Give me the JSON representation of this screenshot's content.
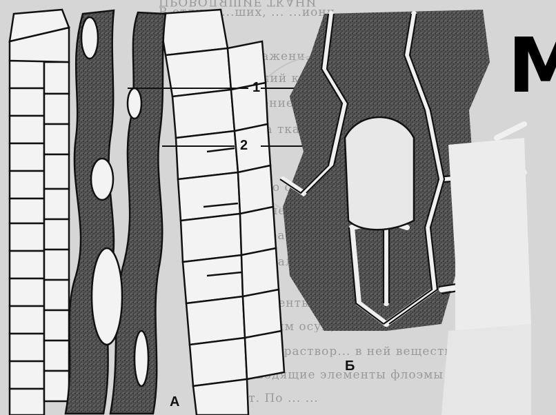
{
  "header_fragment": "ПРОВОДЯЩИЕ ТКАНИ",
  "background_text": [
    "В отли... ...ших, ... ...ионн",
    "...ажени... ...а ... ...еч... ...ренн",
    "...ний к... ...ени... ...ент",
    "...ение ... ...ется ... ...",
    "Эта ткань вся ... ... ...",
    "...ую систему ... ... в ткан... ...кина",
    "...илема (древес... ...рево) ... ... ...",
    "...ора. ...ки ... как ...",
    "...ональные",
    "... элементы ксилемы ... ...",
    "... ... ...им осуществ... ...",
    "...оды и раствор... в ней веществ",
    "...роводящие элементы флоэмы ...",
    "...ет. По ... ..."
  ],
  "big_letter": "М",
  "labels": {
    "l1": "1",
    "l2": "2",
    "fig_a": "А",
    "fig_b": "Б"
  }
}
